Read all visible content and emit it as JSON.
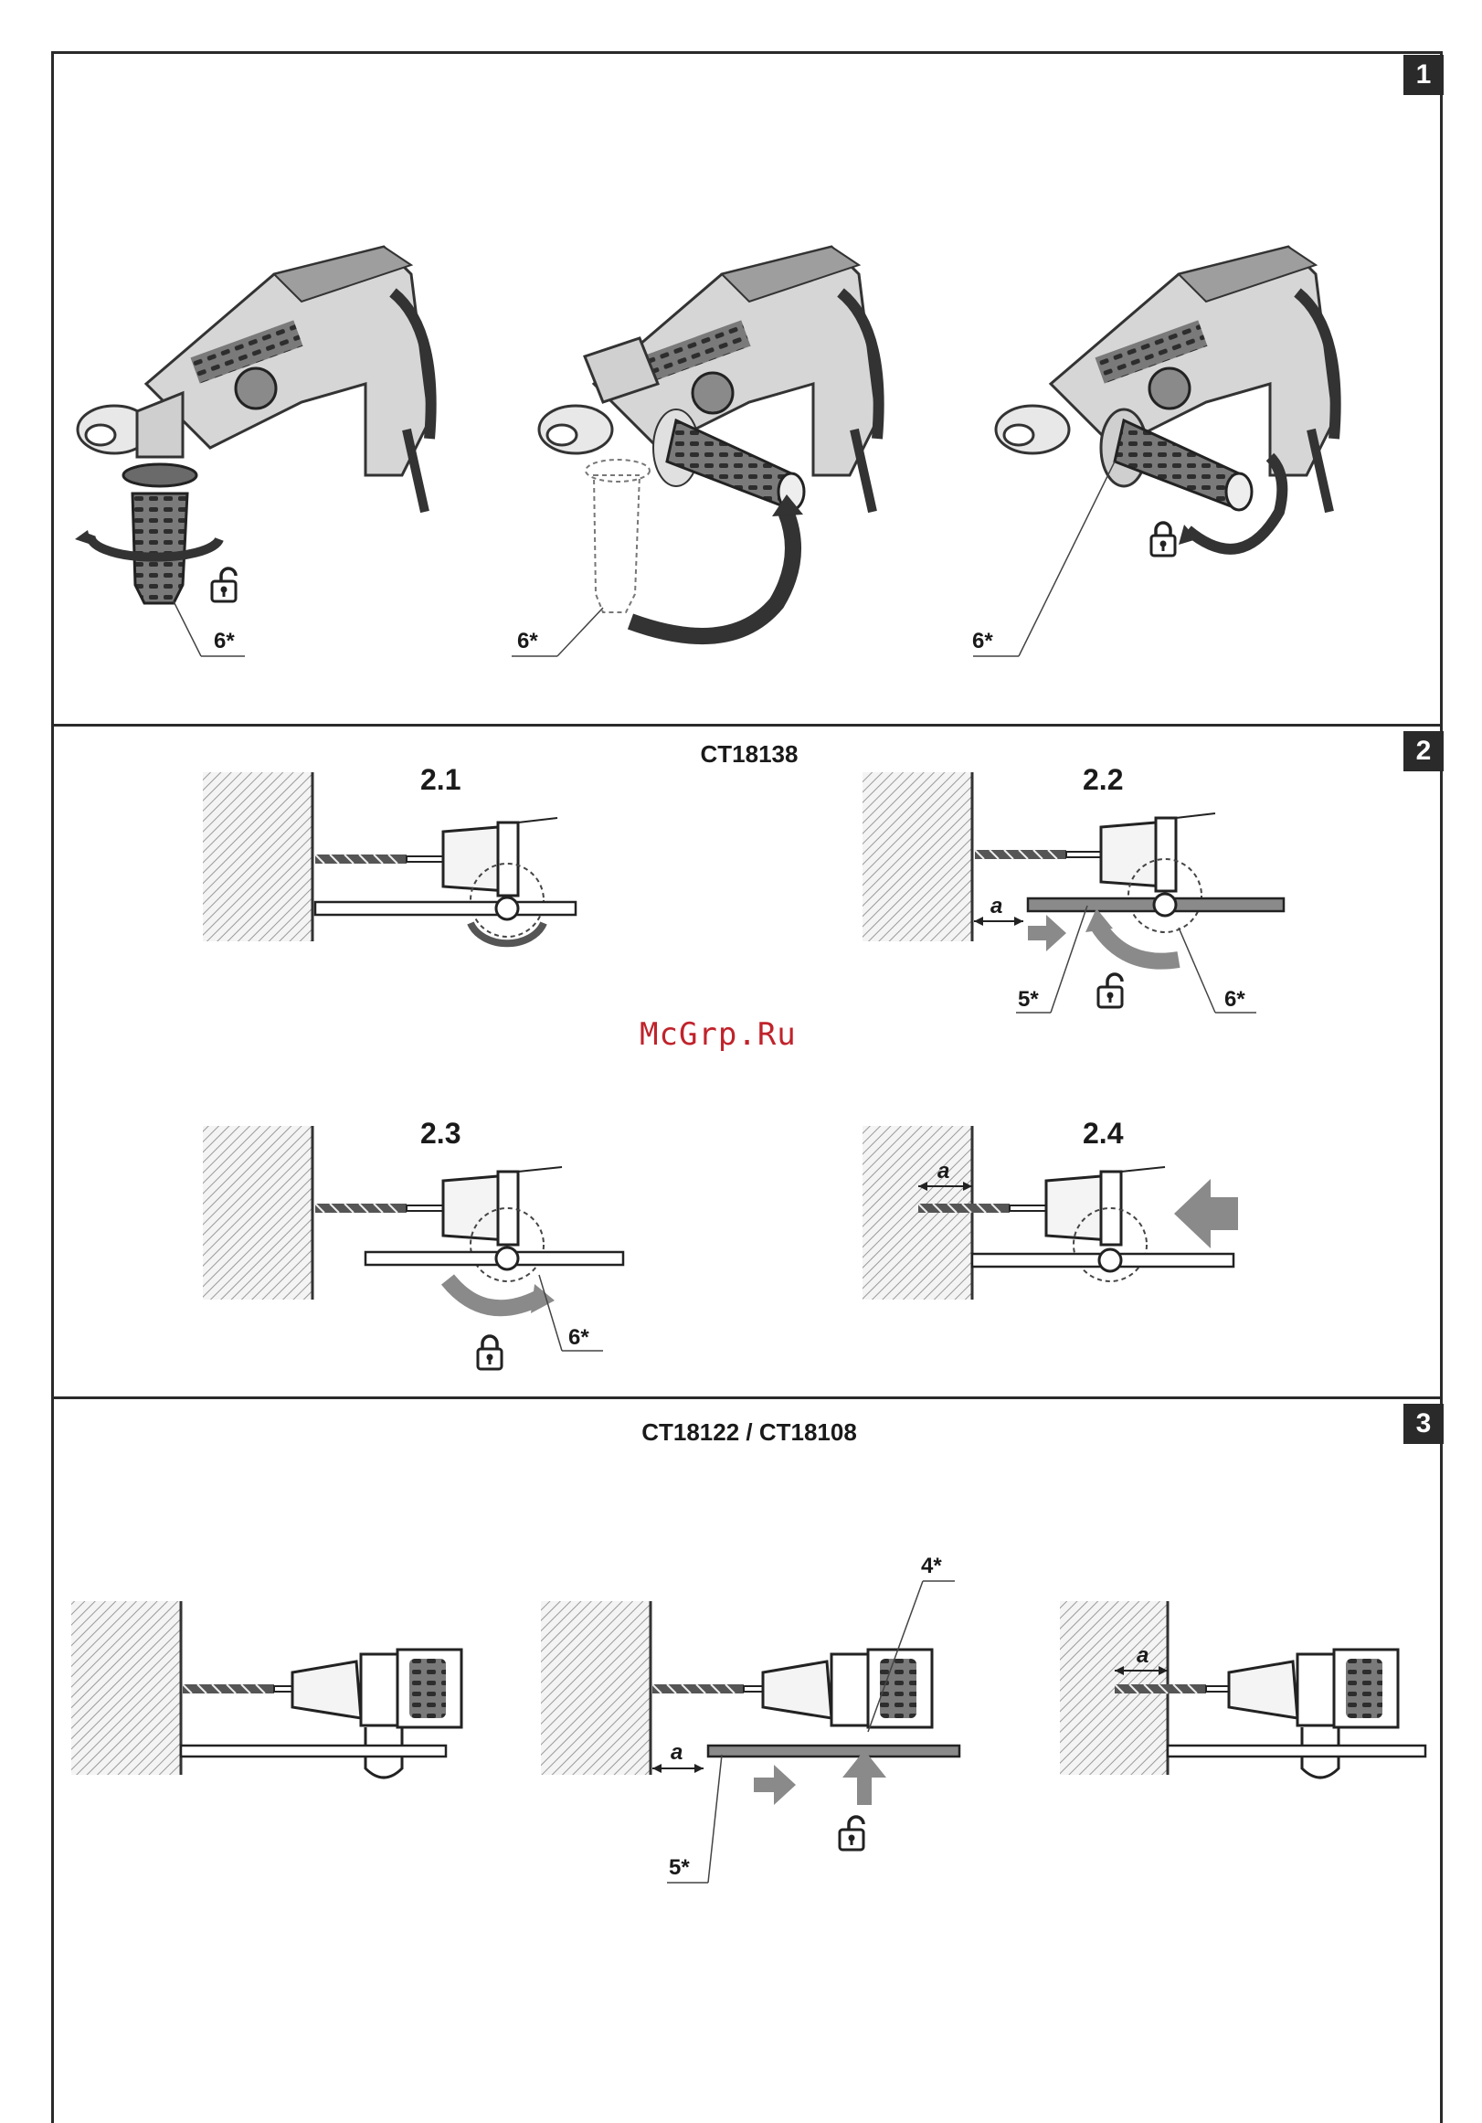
{
  "sections": [
    {
      "badge": "1",
      "title": "",
      "callouts": [
        "6*",
        "6*",
        "6*"
      ]
    },
    {
      "badge": "2",
      "title": "CT18138",
      "subfigures": [
        {
          "label": "2.1"
        },
        {
          "label": "2.2",
          "dimension": "a",
          "callouts": [
            "5*",
            "6*"
          ]
        },
        {
          "label": "2.3",
          "callouts": [
            "6*"
          ]
        },
        {
          "label": "2.4",
          "dimension": "a"
        }
      ]
    },
    {
      "badge": "3",
      "title": "CT18122 / CT18108",
      "panels": [
        {
          "callouts": []
        },
        {
          "dimension": "a",
          "callouts": [
            "4*",
            "5*"
          ]
        },
        {
          "dimension": "a",
          "callouts": []
        }
      ]
    }
  ],
  "watermark": "McGrp.Ru",
  "icons": [
    "lock-open-icon",
    "lock-closed-icon",
    "rotate-arrow-icon",
    "push-arrow-icon"
  ]
}
